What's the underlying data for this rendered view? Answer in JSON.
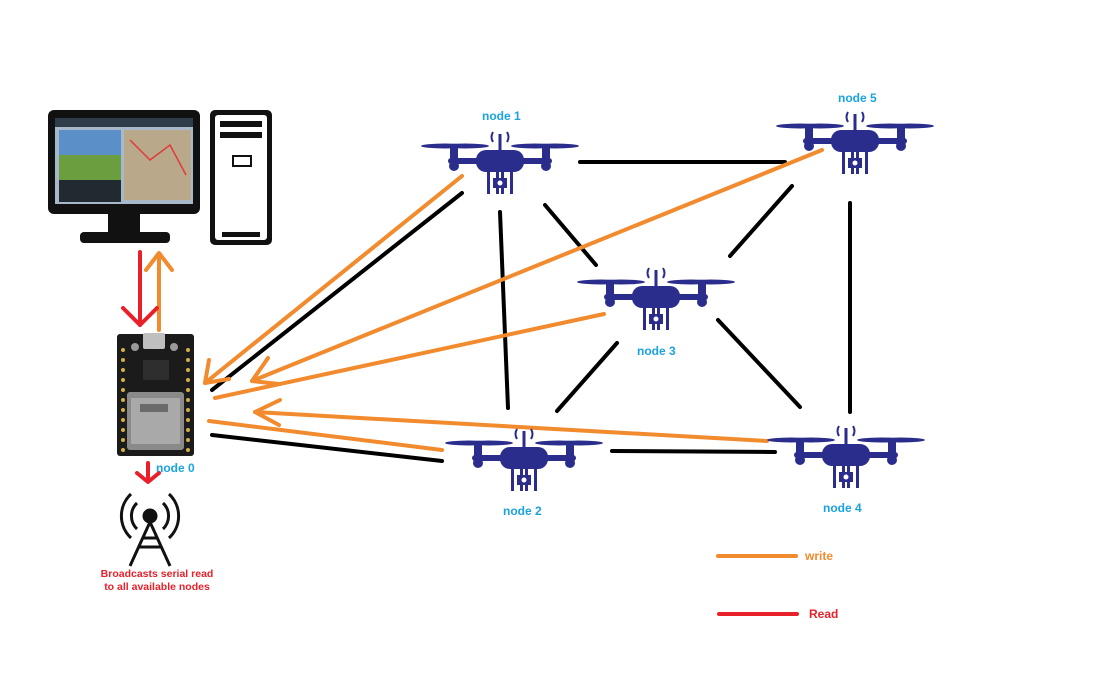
{
  "colors": {
    "write": "#f28a2e",
    "read": "#e8202a",
    "link": "#000000",
    "drone": "#2b2d8c",
    "label": "#1aa3e0",
    "caption": "#e8202a"
  },
  "nodes": {
    "n0": "node 0",
    "n1": "node 1",
    "n2": "node 2",
    "n3": "node 3",
    "n4": "node 4",
    "n5": "node 5"
  },
  "caption": {
    "line1": "Broadcasts serial read",
    "line2": "to all available nodes"
  },
  "legend": {
    "write": "write",
    "read": "Read"
  },
  "icons": {
    "computer": "desktop-computer-icon",
    "board": "esp32-board-icon",
    "antenna": "broadcast-antenna-icon",
    "drone": "quadcopter-drone-icon"
  }
}
